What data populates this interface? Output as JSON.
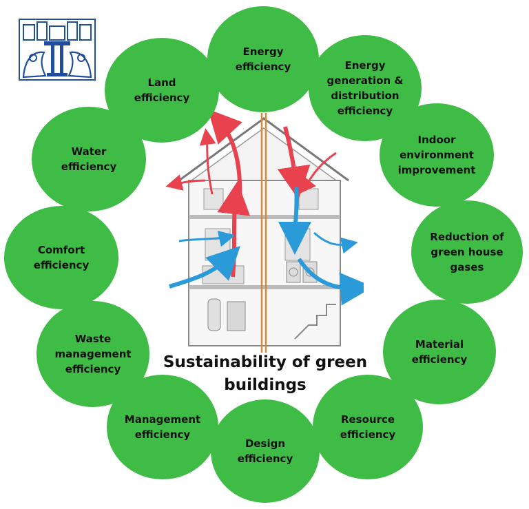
{
  "center_title": "Sustainability of green\nbuildings",
  "colors": {
    "circle_fill": "#3fbc45",
    "text": "#111111",
    "logo_blue": "#1f4e9c",
    "warm_arrow": "#e8424f",
    "cool_arrow": "#2b9ad8"
  },
  "logo": {
    "icon": "university-emblem-icon"
  },
  "illustration": {
    "icon": "house-cutaway-icon"
  },
  "circles": [
    {
      "id": "energy-efficiency",
      "label": "Energy\nefficiency"
    },
    {
      "id": "energy-generation",
      "label": "Energy\ngeneration &\ndistribution\nefficiency"
    },
    {
      "id": "indoor-environment",
      "label": "Indoor\nenvironment\nimprovement"
    },
    {
      "id": "reduction-ghg",
      "label": "Reduction of\ngreen house\ngases"
    },
    {
      "id": "material-efficiency",
      "label": "Material\nefficiency"
    },
    {
      "id": "resource-efficiency",
      "label": "Resource\nefficiency"
    },
    {
      "id": "design-efficiency",
      "label": "Design\nefficiency"
    },
    {
      "id": "management-efficiency",
      "label": "Management\nefficiency"
    },
    {
      "id": "waste-management",
      "label": "Waste\nmanagement\nefficiency"
    },
    {
      "id": "comfort-efficiency",
      "label": "Comfort\nefficiency"
    },
    {
      "id": "water-efficiency",
      "label": "Water\nefficiency"
    },
    {
      "id": "land-efficiency",
      "label": "Land\nefficiency"
    }
  ]
}
